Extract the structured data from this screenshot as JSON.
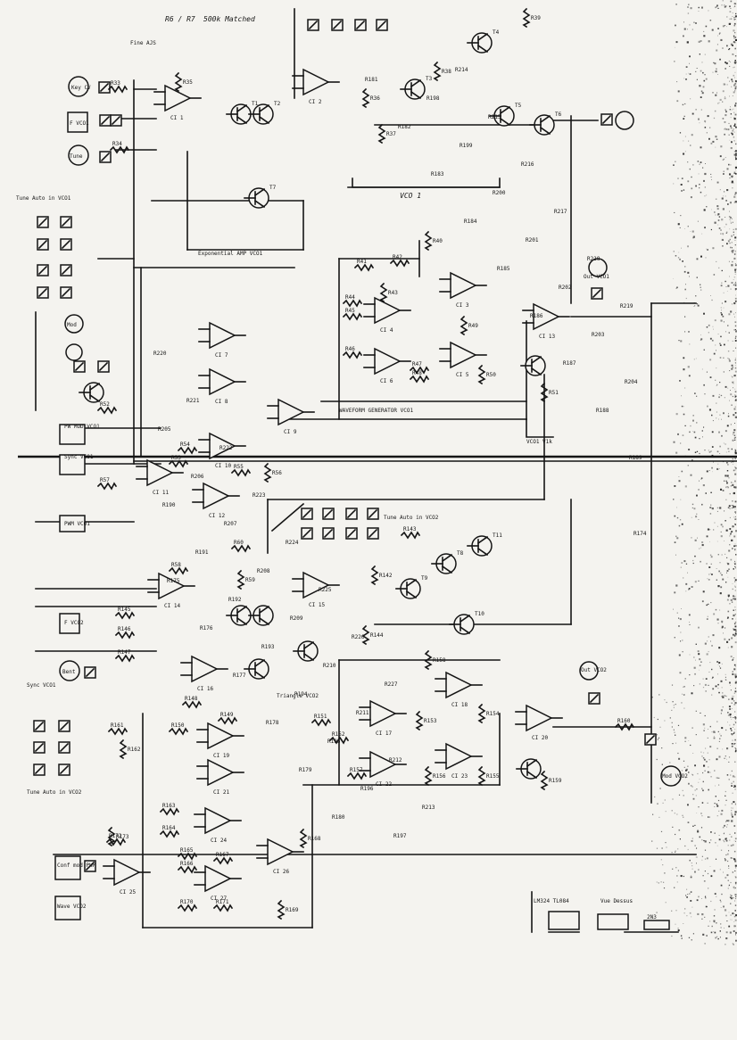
{
  "header": {
    "title": "R6 / R7",
    "subtitle": "500k Matched",
    "tune_ajs": "Fine AJS"
  },
  "vco1": {
    "inputs": [
      "Key CV",
      "F VCO1",
      "Tune"
    ],
    "tune_auto_label": "Tune Auto in VCO1",
    "expo_label": "Exponential AMP VCO1",
    "section_label": "VCO 1",
    "waveform_label": "WAVEFORM GENERATOR VCO1",
    "out_label": "Out VCO1",
    "mod_label": "Mod",
    "pw_label": "PW MOD VCO1",
    "sync_label": "Sync VCO1",
    "pwm_label": "PWM VCO1",
    "v_label": "VCO1 V1k"
  },
  "vco2": {
    "inputs": [
      "F VCO2",
      "Bent"
    ],
    "tune_auto_label": "Tune Auto in VCO2",
    "tune_auto_lower": "Tune Auto in VCO2",
    "pwm_label": "Conf mod PWM",
    "wave_label": "Wave VCO2",
    "out_label": "Out VCO2",
    "mod_label": "Mod VCO2",
    "sync_label": "Sync VCO1",
    "triangle_label": "Triangle VCO2"
  },
  "legend": {
    "ic_label": "LM324 TL084",
    "pinout_label": "Vue Dessus",
    "pkg_label": "2N3"
  },
  "components": {
    "ic": [
      "CI 1",
      "CI 2",
      "CI 3",
      "CI 4",
      "CI 5",
      "CI 6",
      "CI 7",
      "CI 8",
      "CI 9",
      "CI 10",
      "CI 11",
      "CI 12",
      "CI 13",
      "CI 14",
      "CI 15",
      "CI 16",
      "CI 17",
      "CI 18",
      "CI 19",
      "CI 20",
      "CI 21",
      "CI 22",
      "CI 23",
      "CI 24",
      "CI 25",
      "CI 26",
      "CI 27"
    ],
    "transistors": [
      "T1",
      "T2",
      "T3",
      "T4",
      "T5",
      "T6",
      "T7",
      "T8",
      "T9",
      "T10",
      "T11"
    ],
    "resistors": [
      "R33",
      "R34",
      "R35",
      "R36",
      "R37",
      "R38",
      "R39",
      "R40",
      "R41",
      "R42",
      "R43",
      "R44",
      "R45",
      "R46",
      "R47",
      "R48",
      "R49",
      "R50",
      "R51",
      "R52",
      "R53",
      "R54",
      "R55",
      "R56",
      "R57",
      "R58",
      "R59",
      "R60",
      "R142",
      "R143",
      "R144",
      "R145",
      "R146",
      "R147",
      "R148",
      "R149",
      "R150",
      "R151",
      "R152",
      "R153",
      "R154",
      "R155",
      "R156",
      "R157",
      "R158",
      "R159",
      "R160",
      "R161",
      "R162",
      "R163",
      "R164",
      "R165",
      "R166",
      "R167",
      "R168",
      "R169",
      "R170",
      "R171",
      "R172",
      "R173",
      "R174",
      "R175",
      "R176",
      "R177",
      "R178",
      "R179",
      "R180",
      "R181",
      "R182",
      "R183",
      "R184",
      "R185",
      "R186",
      "R187",
      "R188",
      "R189",
      "R190",
      "R191",
      "R192",
      "R193",
      "R194",
      "R195",
      "R196",
      "R197",
      "R198",
      "R199",
      "R200",
      "R201",
      "R202",
      "R203",
      "R204",
      "R205",
      "R206",
      "R207",
      "R208",
      "R209",
      "R210",
      "R211",
      "R212",
      "R213",
      "R214",
      "R215",
      "R216",
      "R217",
      "R218",
      "R219",
      "R220",
      "R221",
      "R222",
      "R223",
      "R224",
      "R225",
      "R226",
      "R227"
    ]
  }
}
